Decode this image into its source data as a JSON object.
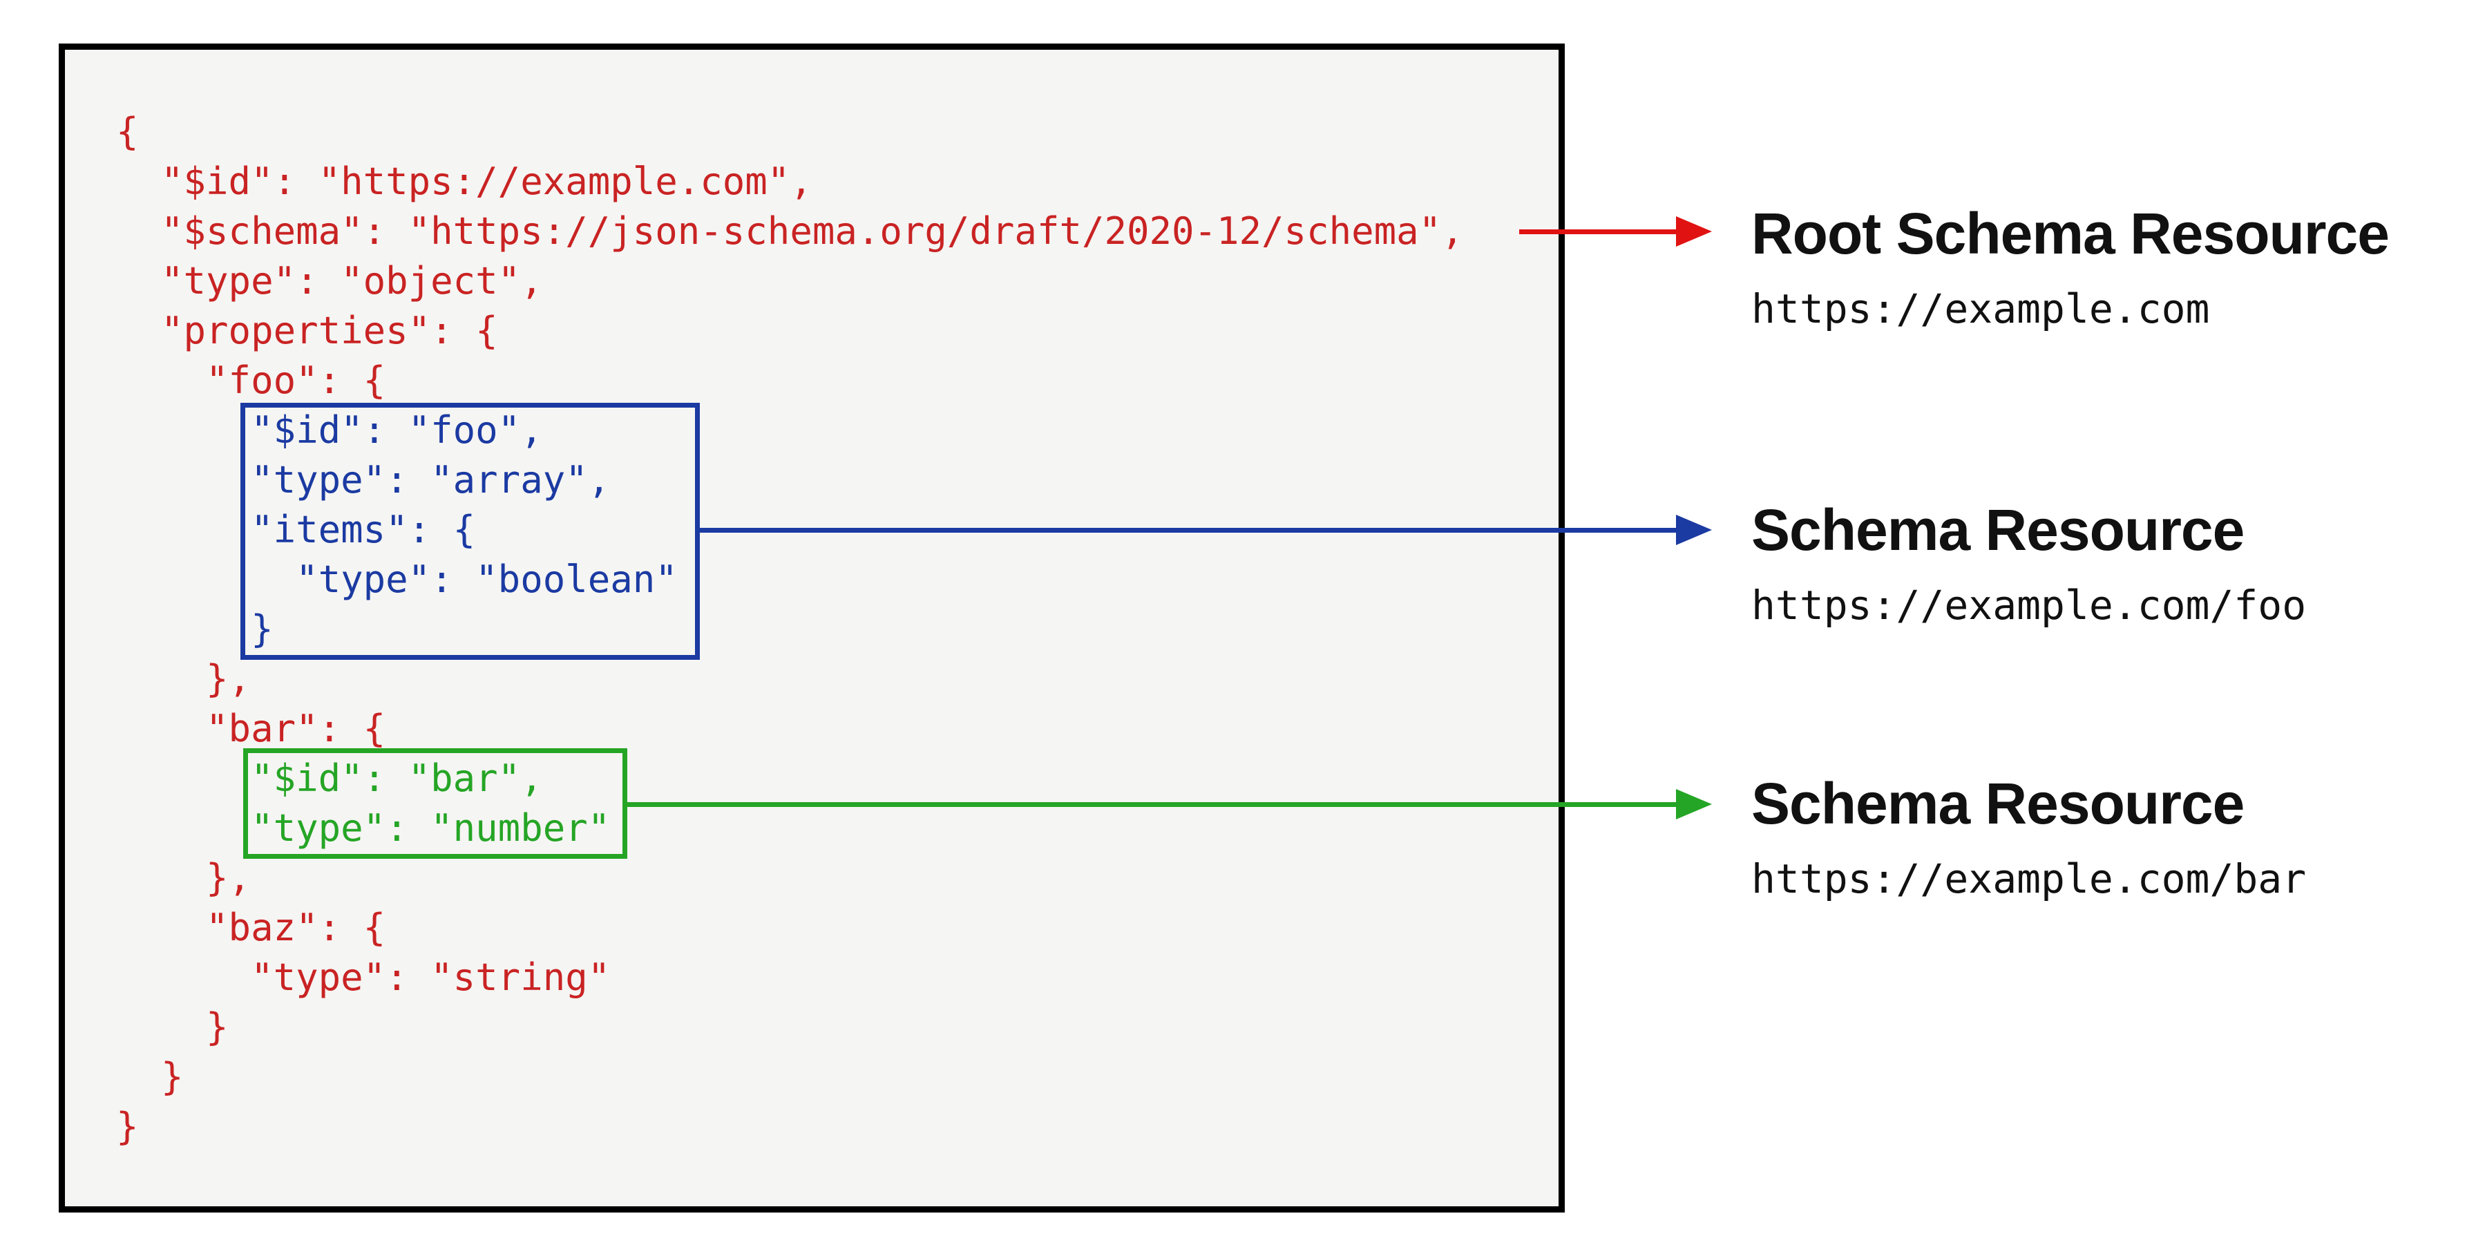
{
  "code": {
    "lines": [
      "{",
      "  \"$id\": \"https://example.com\",",
      "  \"$schema\": \"https://json-schema.org/draft/2020-12/schema\",",
      "  \"type\": \"object\",",
      "  \"properties\": {",
      "    \"foo\": {",
      "      \"$id\": \"foo\",",
      "      \"type\": \"array\",",
      "      \"items\": {",
      "        \"type\": \"boolean\"",
      "      }",
      "    },",
      "    \"bar\": {",
      "      \"$id\": \"bar\",",
      "      \"type\": \"number\"",
      "    },",
      "    \"baz\": {",
      "      \"type\": \"string\"",
      "    }",
      "  }",
      "}"
    ]
  },
  "colors": {
    "code_red": "#c92323",
    "arrow_red": "#e01312",
    "schema_blue": "#1b3aa2",
    "schema_green": "#25a525",
    "panel_background": "#f5f5f3",
    "panel_border": "#000000",
    "label_text": "#111111"
  },
  "labels": [
    {
      "title": "Root Schema Resource",
      "uri": "https://example.com"
    },
    {
      "title": "Schema Resource",
      "uri": "https://example.com/foo"
    },
    {
      "title": "Schema Resource",
      "uri": "https://example.com/bar"
    }
  ]
}
